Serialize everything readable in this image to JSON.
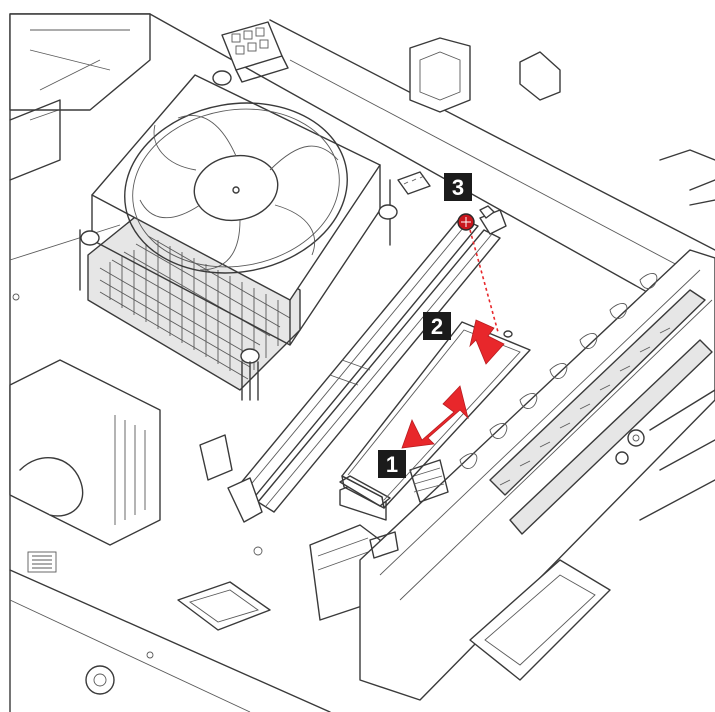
{
  "steps": [
    {
      "label": "1",
      "action": "slide-module-into-slot"
    },
    {
      "label": "2",
      "action": "press-module-down"
    },
    {
      "label": "3",
      "action": "install-screw"
    }
  ],
  "colors": {
    "outline": "#3a3a3a",
    "arrow_red": "#e8272b",
    "module_fill": "#b9b9b9",
    "step_badge": "#1b1b1b",
    "screw_red": "#c8161d",
    "guide_line": "#e8272b"
  },
  "icons": [
    "cooling-fan-icon",
    "heatsink-icon",
    "m2-ssd-module-icon",
    "screw-icon",
    "red-arrow-icon"
  ]
}
